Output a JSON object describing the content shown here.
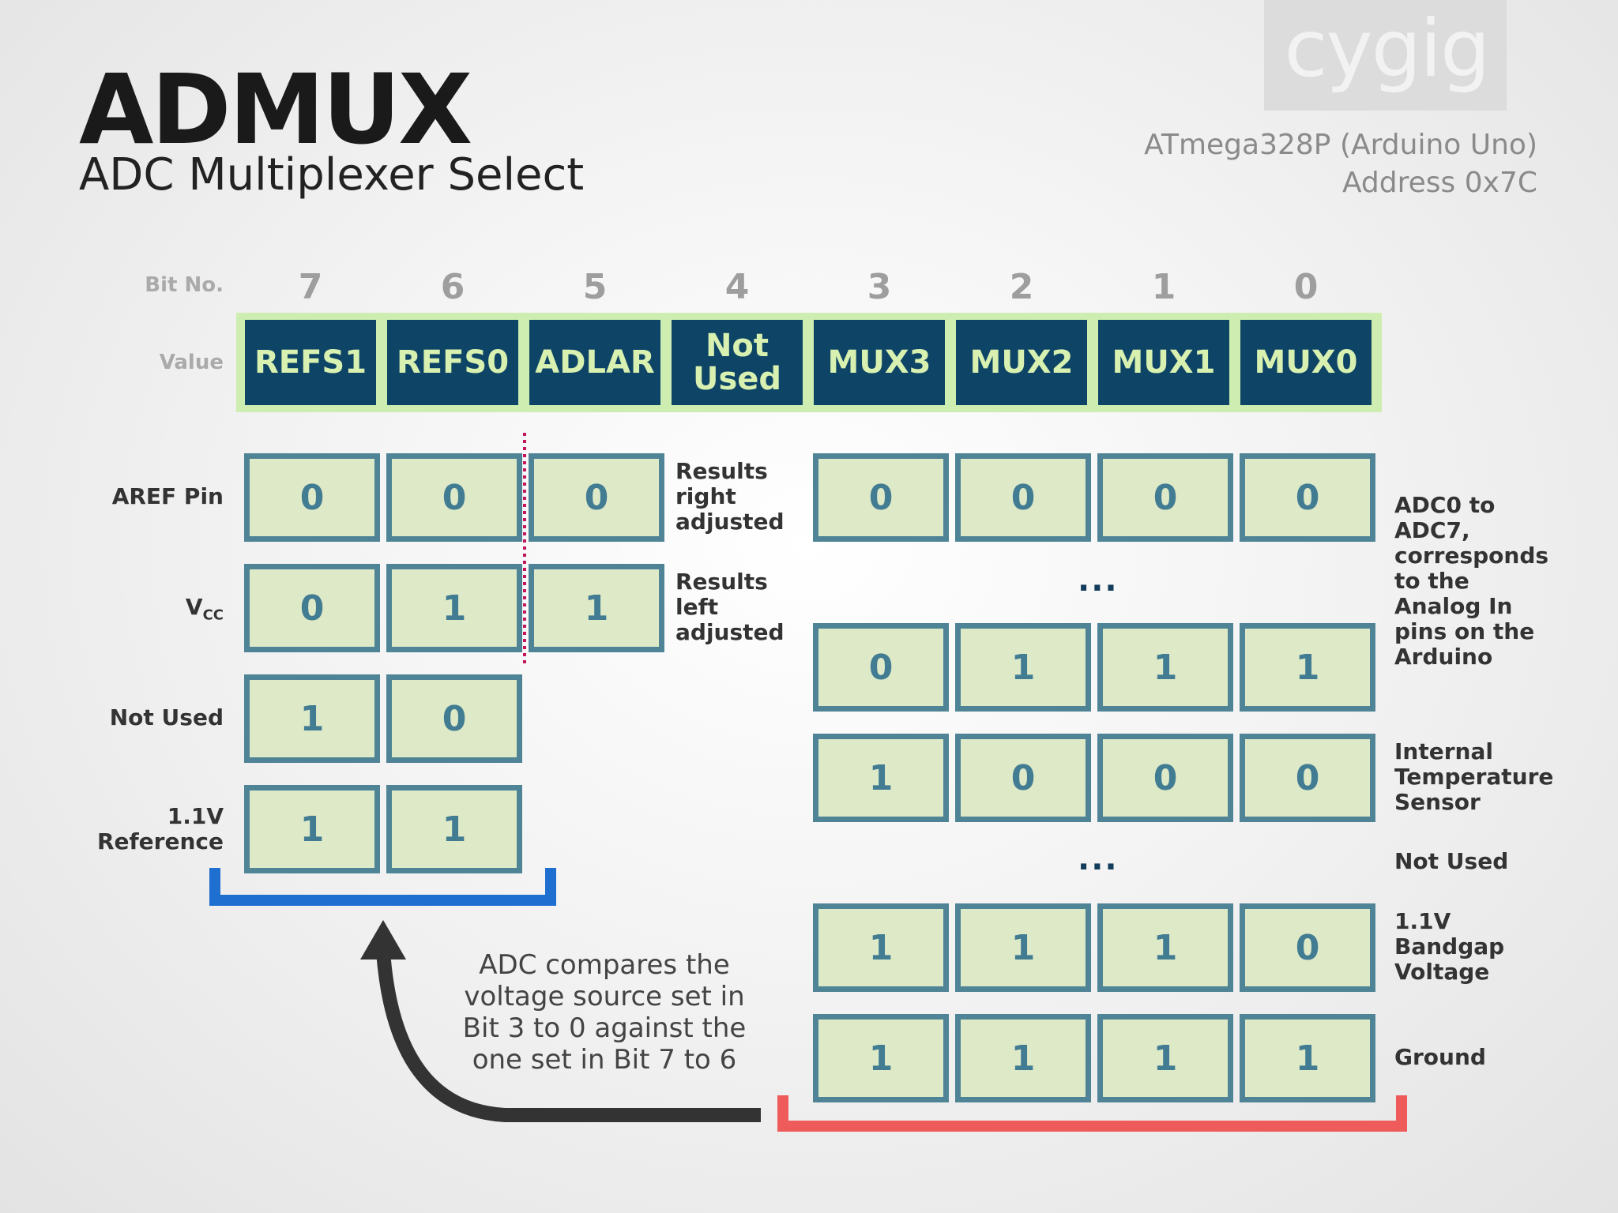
{
  "title": "ADMUX",
  "subtitle": "ADC Multiplexer Select",
  "logo": "cygig",
  "chip": {
    "model": "ATmega328P (Arduino Uno)",
    "address": "Address 0x7C"
  },
  "labels": {
    "bit_no": "Bit No.",
    "value": "Value"
  },
  "bits": [
    {
      "no": "7",
      "name": "REFS1"
    },
    {
      "no": "6",
      "name": "REFS0"
    },
    {
      "no": "5",
      "name": "ADLAR"
    },
    {
      "no": "4",
      "name": "Not Used"
    },
    {
      "no": "3",
      "name": "MUX3"
    },
    {
      "no": "2",
      "name": "MUX2"
    },
    {
      "no": "1",
      "name": "MUX1"
    },
    {
      "no": "0",
      "name": "MUX0"
    }
  ],
  "refs_rows": [
    {
      "label": "AREF Pin",
      "values": [
        "0",
        "0"
      ]
    },
    {
      "label": "V",
      "label_sub": "CC",
      "values": [
        "0",
        "1"
      ]
    },
    {
      "label": "Not Used",
      "values": [
        "1",
        "0"
      ]
    },
    {
      "label": "1.1V Reference",
      "values": [
        "1",
        "1"
      ]
    }
  ],
  "adlar_rows": [
    {
      "value": "0",
      "note": "Results right adjusted"
    },
    {
      "value": "1",
      "note": "Results left adjusted"
    }
  ],
  "mux_rows": [
    {
      "values": [
        "0",
        "0",
        "0",
        "0"
      ]
    },
    {
      "values": [
        "0",
        "1",
        "1",
        "1"
      ]
    },
    {
      "values": [
        "1",
        "0",
        "0",
        "0"
      ]
    },
    {
      "values": [
        "1",
        "1",
        "1",
        "0"
      ]
    },
    {
      "values": [
        "1",
        "1",
        "1",
        "1"
      ]
    }
  ],
  "mux_notes": {
    "adc": "ADC0 to ADC7, corresponds to the Analog In pins on the Arduino",
    "temp": "Internal Temperature Sensor",
    "not_used": "Not Used",
    "bandgap": "1.1V Bandgap Voltage",
    "ground": "Ground"
  },
  "ellipsis": "...",
  "caption": "ADC compares the voltage source set in Bit 3 to 0 against the one set in Bit 7 to 6",
  "colors": {
    "header_cell": "#0e4566",
    "header_text": "#d8f0b0",
    "header_frame": "#cdeeb0",
    "cell_fill": "#dde9c7",
    "cell_border": "#4f8496",
    "refs_bracket": "#1f6fd1",
    "mux_bracket": "#ef5a5a",
    "divider": "#c2185b",
    "arrow": "#333333"
  }
}
